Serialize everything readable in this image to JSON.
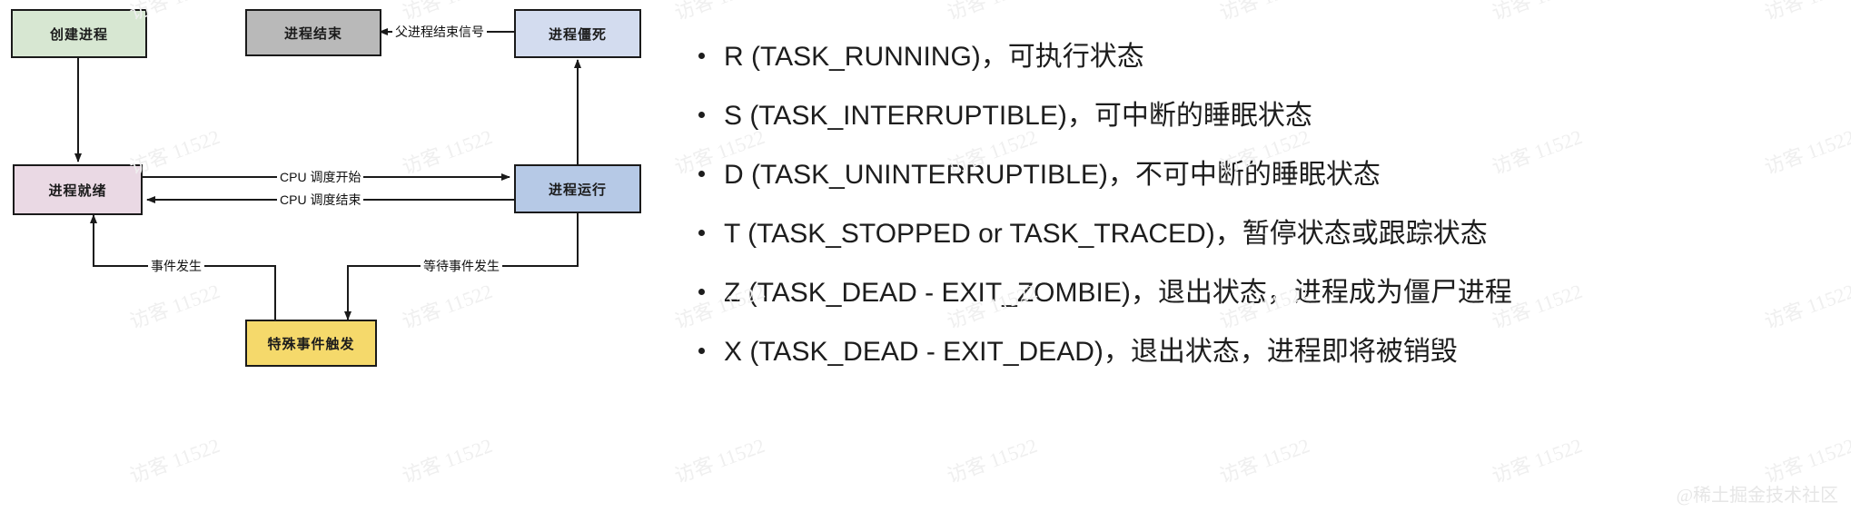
{
  "diagram": {
    "title": "Linux process state transition diagram",
    "nodes": [
      {
        "id": "create",
        "label": "创建进程",
        "color": "#d7e7d2"
      },
      {
        "id": "end",
        "label": "进程结束",
        "color": "#b9b9b9"
      },
      {
        "id": "zombie",
        "label": "进程僵死",
        "color": "#d3dcef"
      },
      {
        "id": "ready",
        "label": "进程就绪",
        "color": "#ead9e4"
      },
      {
        "id": "running",
        "label": "进程运行",
        "color": "#b6c9e6"
      },
      {
        "id": "special",
        "label": "特殊事件触发",
        "color": "#f5d96b"
      }
    ],
    "edges": [
      {
        "id": "parent-signal",
        "label": "父进程结束信号",
        "from": "zombie",
        "to": "end"
      },
      {
        "id": "sched-start",
        "label": "CPU 调度开始",
        "from": "ready",
        "to": "running"
      },
      {
        "id": "sched-end",
        "label": "CPU 调度结束",
        "from": "running",
        "to": "ready"
      },
      {
        "id": "event-happen",
        "label": "事件发生",
        "from": "special",
        "to": "ready"
      },
      {
        "id": "wait-event",
        "label": "等待事件发生",
        "from": "running",
        "to": "special"
      },
      {
        "id": "create-ready",
        "label": "",
        "from": "create",
        "to": "ready"
      },
      {
        "id": "running-zombie",
        "label": "",
        "from": "running",
        "to": "zombie"
      }
    ]
  },
  "states": {
    "heading": "",
    "items": [
      {
        "code": "R",
        "text": "R (TASK_RUNNING)，可执行状态"
      },
      {
        "code": "S",
        "text": "S (TASK_INTERRUPTIBLE)，可中断的睡眠状态"
      },
      {
        "code": "D",
        "text": "D (TASK_UNINTERRUPTIBLE)，不可中断的睡眠状态"
      },
      {
        "code": "T",
        "text": "T (TASK_STOPPED or TASK_TRACED)，暂停状态或跟踪状态"
      },
      {
        "code": "Z",
        "text": "Z (TASK_DEAD - EXIT_ZOMBIE)，退出状态，进程成为僵尸进程"
      },
      {
        "code": "X",
        "text": "X (TASK_DEAD - EXIT_DEAD)，退出状态，进程即将被销毁"
      }
    ]
  },
  "watermarks": {
    "repeat_text": "访客 11522",
    "brand": "@稀土掘金技术社区"
  },
  "colors": {
    "create_fill": "#d7e7d2",
    "end_fill": "#b9b9b9",
    "zombie_fill": "#d3dcef",
    "ready_fill": "#ead9e4",
    "running_fill": "#b6c9e6",
    "special_fill": "#f5d96b",
    "stroke": "#1a1a1a",
    "background": "#ffffff"
  }
}
